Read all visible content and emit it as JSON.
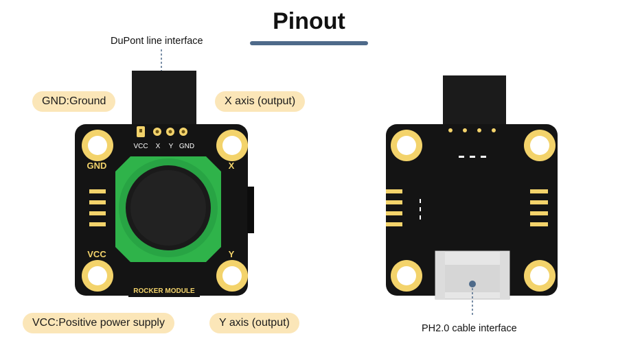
{
  "title": "Pinout",
  "callouts": {
    "dupont": "DuPont line interface",
    "gnd": "GND:Ground",
    "x_axis": "X axis (output)",
    "vcc": "VCC:Positive power supply",
    "y_axis": "Y axis (output)",
    "ph20": "PH2.0 cable interface"
  },
  "board": {
    "pins": [
      "VCC",
      "X",
      "Y",
      "GND"
    ],
    "corner_gnd": "GND",
    "corner_x": "X",
    "corner_vcc": "VCC",
    "corner_y": "Y",
    "module_name": "ROCKER MODULE"
  },
  "colors": {
    "accent_bar": "#4e6a8a",
    "pill_bg": "#fbe6b8",
    "pcb": "#141414",
    "gold": "#f3d36b",
    "joystick_ring": "#2fb34a"
  }
}
